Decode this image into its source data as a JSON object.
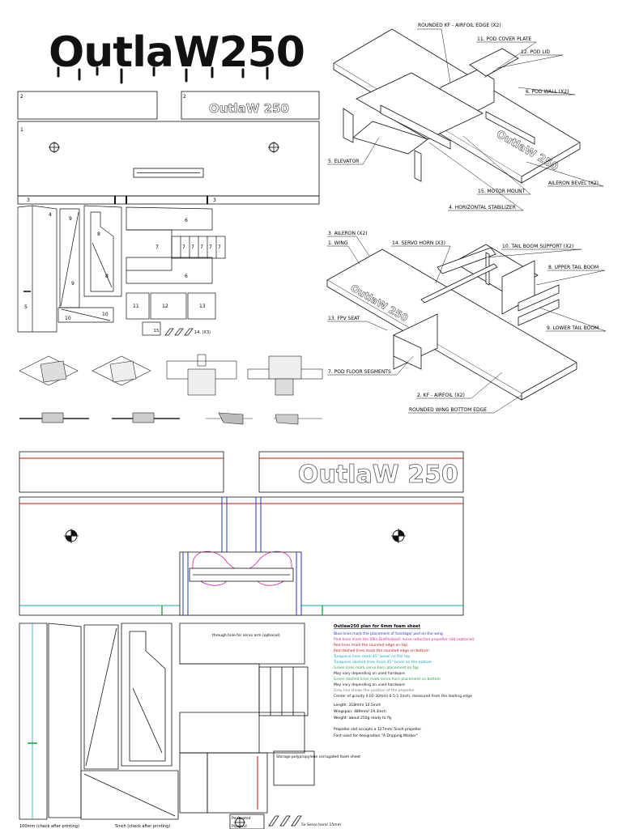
{
  "title_logo": "OutlaW250",
  "logo_plate": "OutlaW 250",
  "part_numbers": {
    "top_panels": [
      "2",
      "2"
    ],
    "wing": "1",
    "bevels": [
      "3",
      "3"
    ],
    "pieces": [
      "4",
      "9",
      "8",
      "9",
      "8",
      "6",
      "7",
      "7",
      "7",
      "7",
      "7",
      "7",
      "6",
      "5",
      "10",
      "10",
      "11",
      "12",
      "13",
      "15",
      "14. (X3)"
    ]
  },
  "callouts_top": [
    "ROUNDED KF - AIRFOIL EDGE (X2)",
    "11. POD COVER PLATE",
    "12. POD LID",
    "6. POD WALL (X2)",
    "5. ELEVATOR",
    "AILERON BEVEL (X2)",
    "15. MOTOR MOUNT",
    "4. HORIZONTAL STABILIZER"
  ],
  "callouts_bottom": [
    "3. AILERON (X2)",
    "1. WING",
    "14. SERVO HORN (X3)",
    "10. TAIL BOOM SUPPORT (X2)",
    "8. UPPER TAIL BOOM",
    "13. FPV SEAT",
    "9. LOWER TAIL BOOM",
    "7. POD FLOOR SEGMENTS",
    "2. KF - AIRFOIL (X2)",
    "ROUNDED WING BOTTOM EDGE"
  ],
  "notes": {
    "heading": "Outlaw250 plan for 6mm foam sheet",
    "lines": [
      {
        "text": "Blue lines mark the placement of fuselage/ pod on the wing",
        "color": "#2233cc"
      },
      {
        "text": "Pink lines mark the 59in Dietfenbach noise reduction propeller slot (optional)",
        "color": "#d4209a"
      },
      {
        "text": "Red lines mark the rounded edge on top",
        "color": "#cc1111"
      },
      {
        "text": "Red dashed lines mark the rounded edge on bottom",
        "color": "#cc1111"
      },
      {
        "text": "Turquoise lines mark 45° bevel on the top",
        "color": "#12a7b8"
      },
      {
        "text": "Turquoise dashed lines mark 45° bevel on the bottom",
        "color": "#12a7b8"
      },
      {
        "text": "Green lines mark servo horn placement on top",
        "color": "#15a840"
      },
      {
        "text": "May vary depending on used hardware",
        "color": "#111111"
      },
      {
        "text": "Green dashed lines mark servo horn placement on bottom",
        "color": "#15a840"
      },
      {
        "text": "May vary depending on used hardware",
        "color": "#111111"
      },
      {
        "text": "Grey line shows the position of the propeller",
        "color": "#777777"
      },
      {
        "text": "Center of gravity 0.02-30mm/ 0.5-1.2inch, measured from the leading edge",
        "color": "#111111"
      }
    ],
    "specs": [
      "Length: 318mm/ 12.5inch",
      "Wingspan: 489mm/ 19.3inch",
      "Weight: about 250g ready to fly"
    ],
    "footer": [
      "Propeller slot accepts a 127mm/ 5inch propeller",
      "Font used for designation \"A Dripping Marker\""
    ]
  },
  "sheet_labels": {
    "hole": "through hole for servo arm (optional)",
    "correx": "Storage polypropylene corrugated foam sheet",
    "fpv_label_top": "Perforated",
    "fpv_label_bottom": "Plywood",
    "horn_label": "5x Servo horn/ 15mm",
    "scale_left": "100mm (check after printing)",
    "scale_right": "5inch (check after printing)"
  },
  "colors": {
    "blue": "#2233cc",
    "pink": "#d4209a",
    "red": "#cc1111",
    "turquoise": "#12a7b8",
    "green": "#15a840"
  }
}
